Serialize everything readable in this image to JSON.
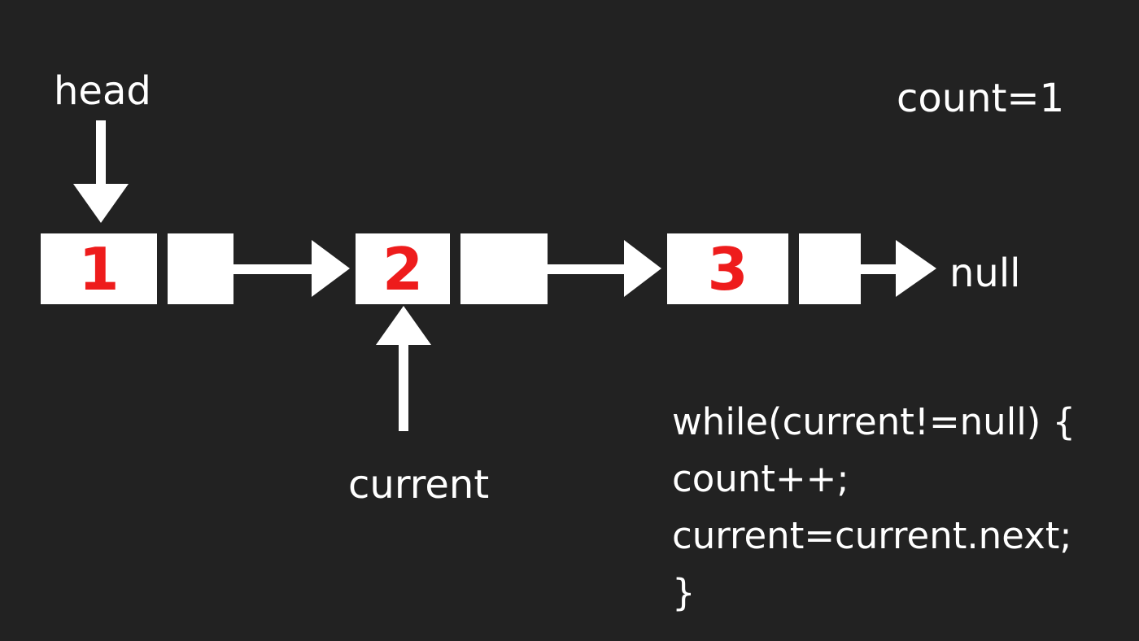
{
  "colors": {
    "background": "#222222",
    "foreground": "#ffffff",
    "node_value": "#ee1c1c"
  },
  "head_label": "head",
  "current_label": "current",
  "count_label": "count=1",
  "null_label": "null",
  "nodes": [
    {
      "value": "1"
    },
    {
      "value": "2"
    },
    {
      "value": "3"
    }
  ],
  "code_lines": [
    "while(current!=null) {",
    "count++;",
    "current=current.next;",
    "}"
  ]
}
